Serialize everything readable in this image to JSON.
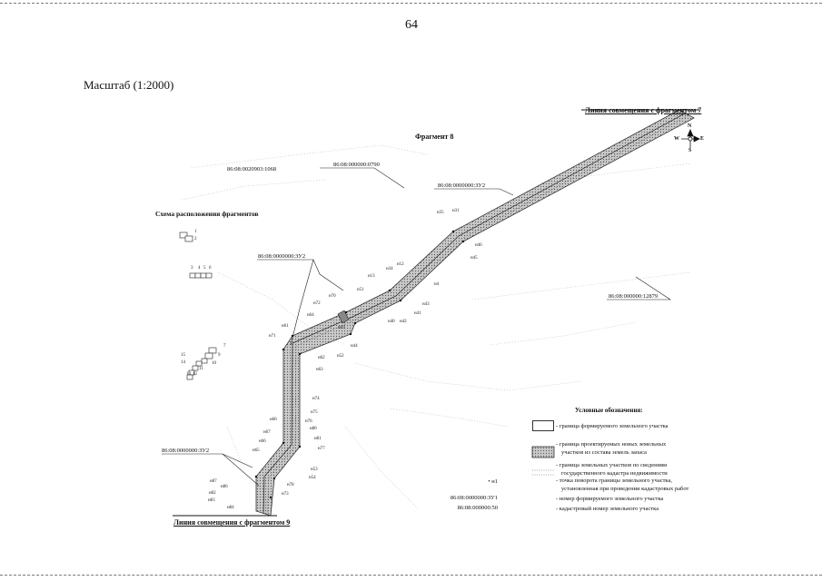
{
  "page_number": "64",
  "scale_label": "Масштаб (1:2000)",
  "fragment_title": "Фрагмент 8",
  "junction_top": "Линия совмещения с фрагментом 7",
  "junction_bottom": "Линия совмещения с фрагментом 9",
  "scheme_title": "Схема расположения фрагментов",
  "scheme_numbers": {
    "a": "1",
    "b": "2",
    "c": "3",
    "d": "4",
    "e": "5",
    "f": "6",
    "g": "7",
    "h": "15",
    "i": "14",
    "j": "13",
    "k": "12",
    "l": "11",
    "m": "10",
    "n": "9"
  },
  "compass": {
    "n": "N",
    "s": "S",
    "w": "W",
    "e": "E"
  },
  "cadastral": {
    "c1068": "86:08:0020903:1068",
    "c0790": "86:08:000000:0790",
    "zu2_upper": "86:08:0000000:ЗУ2",
    "zu2_middle": "86:08:0000000:ЗУ2",
    "zu2_lower": "86:08:0000000:ЗУ2",
    "c12879": "86:08:000000:12879"
  },
  "points": {
    "p1": "н35",
    "p2": "н31",
    "p3": "н46",
    "p4": "н45",
    "p5": "н13",
    "p6": "н12",
    "p7": "н34",
    "p8": "н51",
    "p9": "н4",
    "p10": "н43",
    "p11": "н42",
    "p12": "н40",
    "p13": "н41",
    "p14": "н70",
    "p15": "н72",
    "p16": "н64",
    "p17": "н69",
    "p18": "н61",
    "p19": "н71",
    "p20": "н62",
    "p21": "н52",
    "p22": "н63",
    "p23": "н44",
    "p24": "н74",
    "p25": "н75",
    "p26": "н60",
    "p27": "н76",
    "p28": "н80",
    "p29": "н81",
    "p30": "н67",
    "p31": "н66",
    "p32": "н65",
    "p33": "н77",
    "p34": "н53",
    "p35": "н54",
    "p36": "н87",
    "p37": "н86",
    "p38": "н82",
    "p39": "н83",
    "p40": "н84",
    "p41": "н78",
    "p42": "н73"
  },
  "legend": {
    "title": "Условные обозначения:",
    "item1": "- граница формируемого земельного участка",
    "item2_l1": "- граница проектируемых новых земельных",
    "item2_l2": "участков из состава земель запаса",
    "item3_l1": "- граница земельных участков по сведениям",
    "item3_l2": "государственного кадастра недвижимости",
    "item4_key": "• н1",
    "item4_l1": "- точка поворота границы земельного участка,",
    "item4_l2": "установленная при проведении кадастровых работ",
    "item5_key": "86:08:0000000:ЗУ1",
    "item5": "- номер формируемого земельного участка",
    "item6_key": "86:08:000000:50",
    "item6": "- кадастровый номер земельного участка"
  }
}
